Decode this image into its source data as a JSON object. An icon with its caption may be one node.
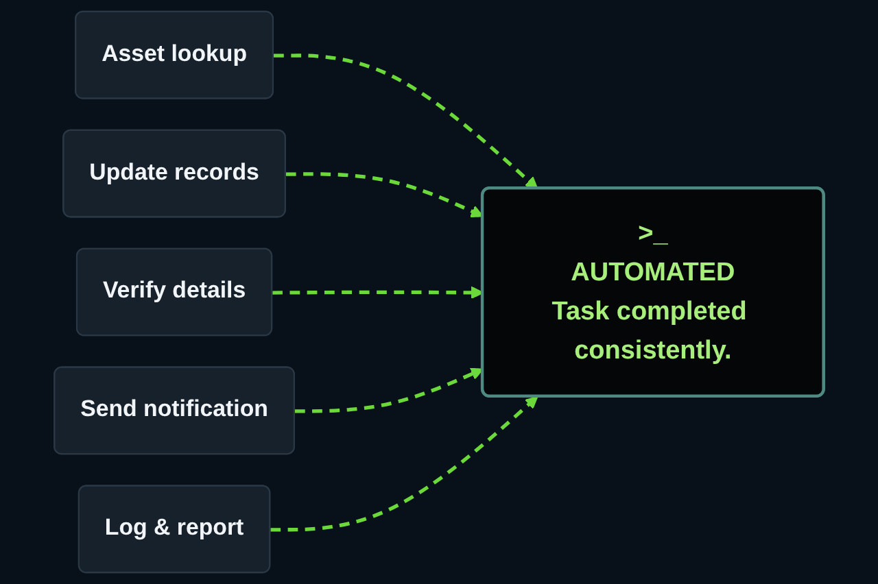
{
  "diagram": {
    "nodes": [
      {
        "text": [
          "Asset lookup"
        ]
      },
      {
        "text": [
          "Update records"
        ]
      },
      {
        "text": [
          "Verify details"
        ]
      },
      {
        "text": [
          "Send notification"
        ]
      },
      {
        "text": [
          "Log & report"
        ]
      },
      {
        "text": [
          ">_",
          "AUTOMATED",
          "Task completed consistently."
        ]
      }
    ],
    "edges": [
      {
        "from": 0,
        "to": 5,
        "arrow": "to",
        "style": "dashed"
      },
      {
        "from": 1,
        "to": 5,
        "arrow": "to",
        "style": "dashed"
      },
      {
        "from": 2,
        "to": 5,
        "arrow": "to",
        "style": "dashed"
      },
      {
        "from": 3,
        "to": 5,
        "arrow": "to",
        "style": "dashed"
      },
      {
        "from": 4,
        "to": 5,
        "arrow": "to",
        "style": "dashed"
      }
    ]
  }
}
